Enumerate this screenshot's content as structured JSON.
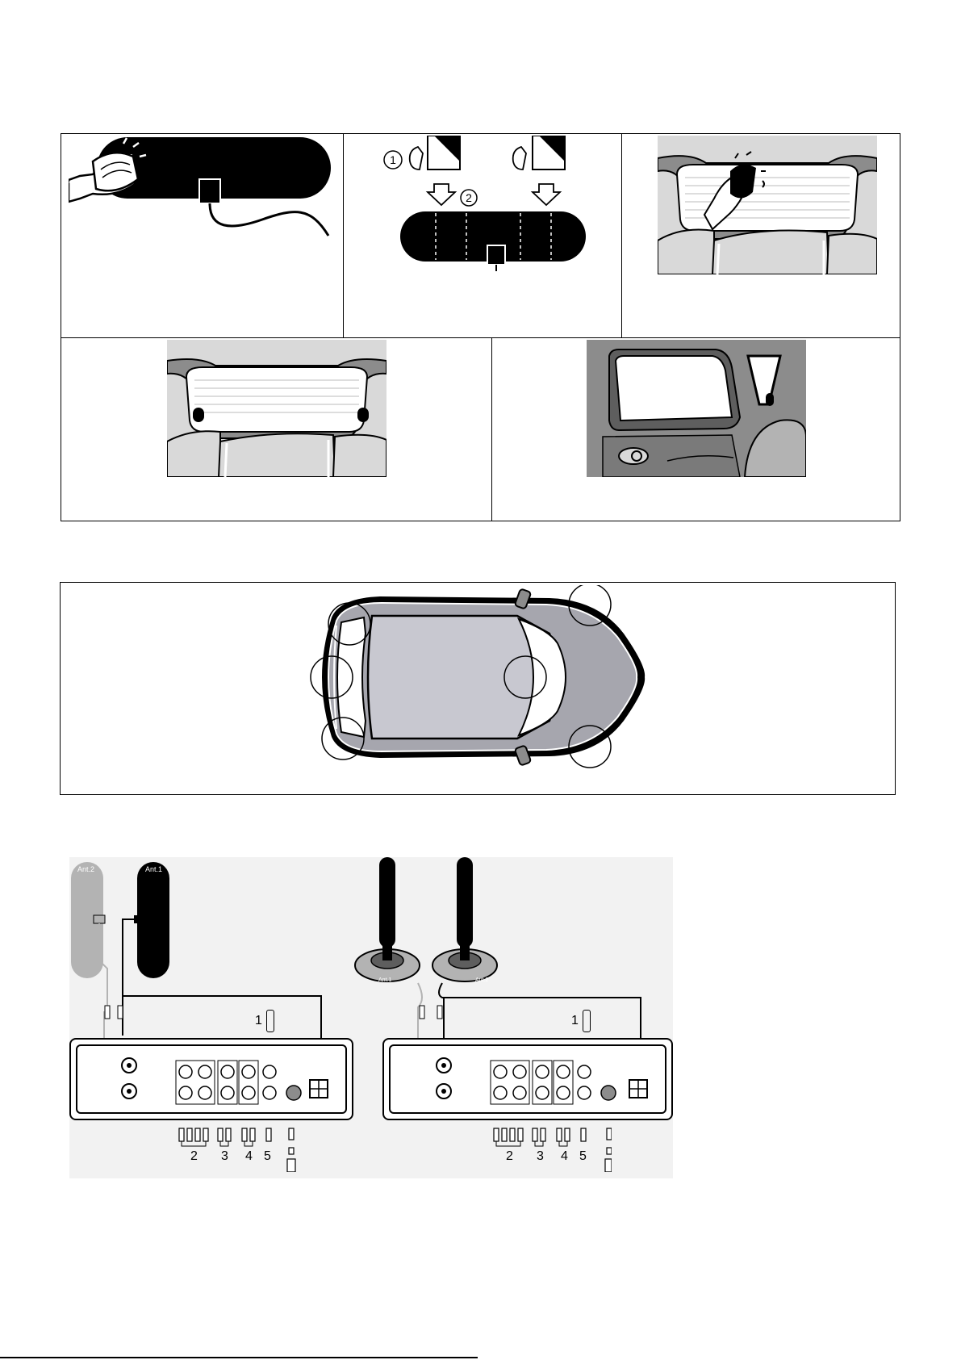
{
  "steps": {
    "step1_marker": "1",
    "step2_marker": "2"
  },
  "antennas": {
    "left": {
      "ant1_label": "Ant.1",
      "ant2_label": "Ant.2"
    },
    "right": {
      "ant1_label": "Ant.1",
      "ant2_label": "Ant.2"
    }
  },
  "connectors": {
    "left": {
      "top_number": "1",
      "bottom_numbers": [
        "2",
        "3",
        "4",
        "5"
      ]
    },
    "right": {
      "top_number": "1",
      "bottom_numbers": [
        "2",
        "3",
        "4",
        "5"
      ]
    }
  },
  "colors": {
    "line": "#000000",
    "grey_light": "#d9d9d9",
    "grey_mid": "#b3b3b3",
    "grey_dark": "#8c8c8c",
    "car_body": "#a6a6ae"
  }
}
